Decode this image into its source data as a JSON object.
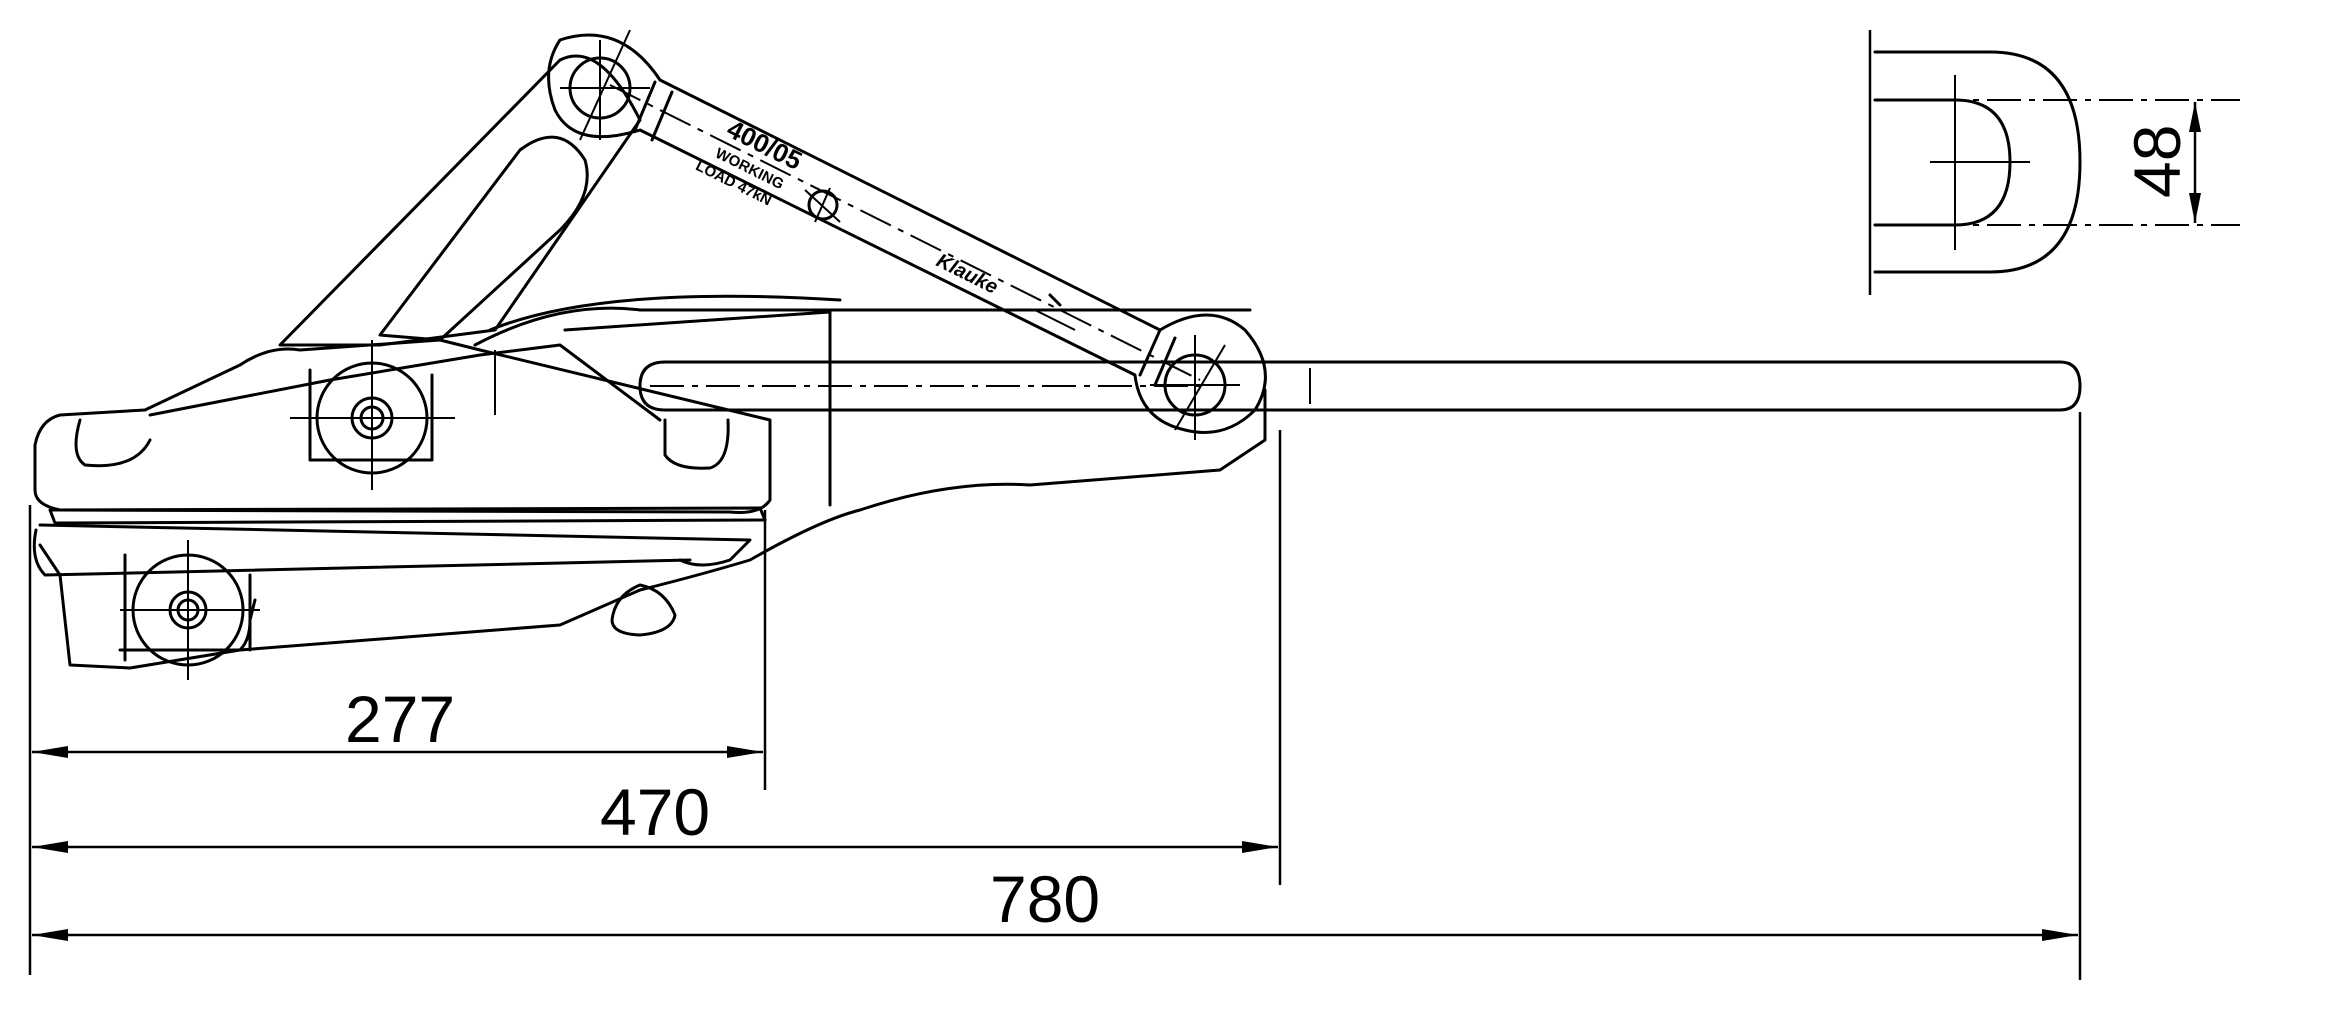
{
  "dimensions": {
    "d277": "277",
    "d470": "470",
    "d780": "780",
    "d48": "48"
  },
  "markings": {
    "model": "400/05",
    "load_line1": "WORKING",
    "load_line2": "LOAD 47kN",
    "brand": "Klauke"
  }
}
